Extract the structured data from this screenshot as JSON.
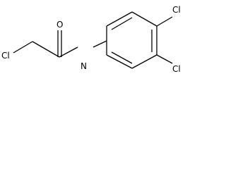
{
  "molecule": {
    "atoms": {
      "cl_alpha": "Cl",
      "carbonyl_o": "O",
      "amide_n": "N",
      "cl_para": "Cl",
      "cl_meta": "Cl"
    }
  }
}
